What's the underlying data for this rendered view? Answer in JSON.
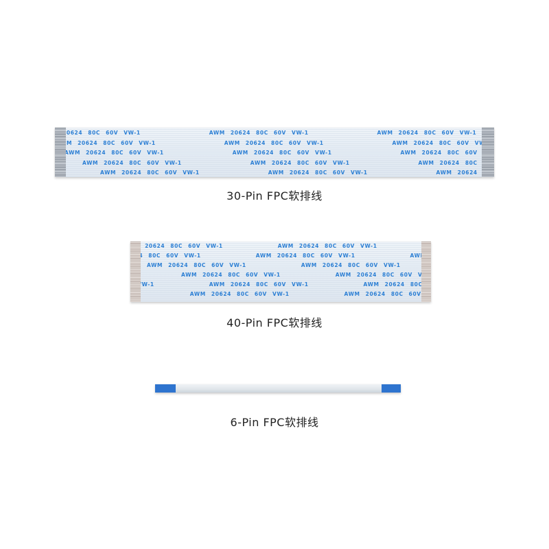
{
  "products": [
    {
      "id": "fpc-30",
      "label": "30-Pin FPC软排线",
      "marking": "AWM 20624 80C 60V VW-1",
      "pins": 30
    },
    {
      "id": "fpc-40",
      "label": "40-Pin FPC软排线",
      "marking": "AWM 20624 80C 60V VW-1",
      "pins": 40
    },
    {
      "id": "fpc-6",
      "label": "6-Pin FPC软排线",
      "marking": "",
      "pins": 6
    }
  ],
  "colors": {
    "background": "#ffffff",
    "marking_text": "#2c7fd4",
    "cable_body": "#e6edf4",
    "contact_tab_6pin": "#2e74cf",
    "label_text": "#222222"
  }
}
